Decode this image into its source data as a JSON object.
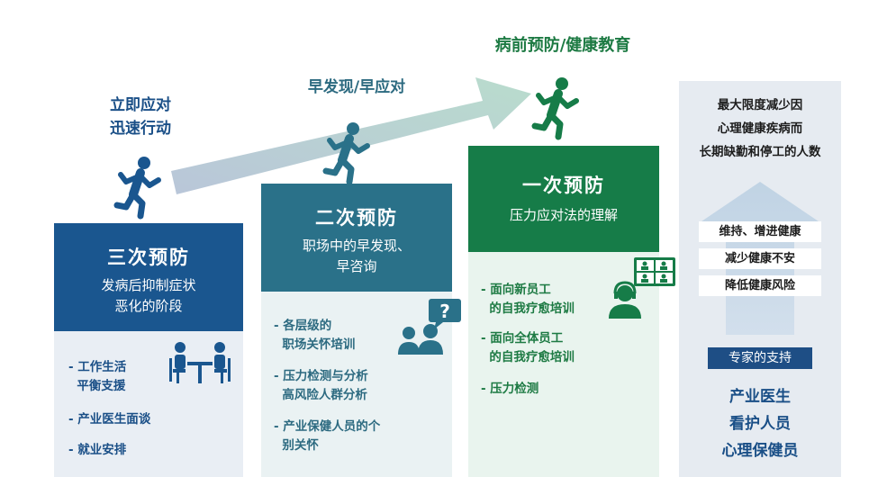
{
  "colors": {
    "tertiary": "#1a568f",
    "secondary": "#2a7189",
    "primary": "#167c48",
    "text_blue": "#1a4f87",
    "text_teal": "#2c6a80",
    "text_green": "#1d7a43",
    "panel": "#e6ebf1"
  },
  "labels": {
    "tertiary_lines": [
      "立即应对",
      "迅速行动"
    ],
    "secondary": "早发现/早应对",
    "primary": "病前预防/健康教育"
  },
  "tertiary": {
    "title": "三次预防",
    "subtitle_lines": [
      "发病后抑制症状",
      "恶化的阶段"
    ],
    "items": [
      [
        "- 工作生活",
        "  平衡支援"
      ],
      [
        "- 产业医生面谈"
      ],
      [
        "- 就业安排"
      ]
    ],
    "icon": "meeting-icon"
  },
  "secondary_box": {
    "title": "二次预防",
    "subtitle_lines": [
      "职场中的早发现、",
      "早咨询"
    ],
    "items": [
      [
        "- 各层级的",
        "  职场关怀培训"
      ],
      [
        "- 压力检测与分析",
        "  高风险人群分析"
      ],
      [
        "- 产业保健人员的个",
        "  别关怀"
      ]
    ],
    "icon": "consultation-icon"
  },
  "primary_box": {
    "title": "一次预防",
    "subtitle": "压力应对法的理解",
    "items": [
      [
        "- 面向新员工",
        "  的自我疗愈培训"
      ],
      [
        "- 面向全体员工",
        "  的自我疗愈培训"
      ],
      [
        "- 压力检测"
      ]
    ],
    "icon": "online-training-icon"
  },
  "right": {
    "goal_lines": [
      "最大限度减少因",
      "心理健康疾病而",
      "长期缺勤和停工的人数"
    ],
    "boxes": [
      "维持、增进健康",
      "减少健康不安",
      "降低健康风险"
    ],
    "support_label": "专家的支持",
    "experts": [
      "产业医生",
      "看护人员",
      "心理保健员"
    ]
  }
}
